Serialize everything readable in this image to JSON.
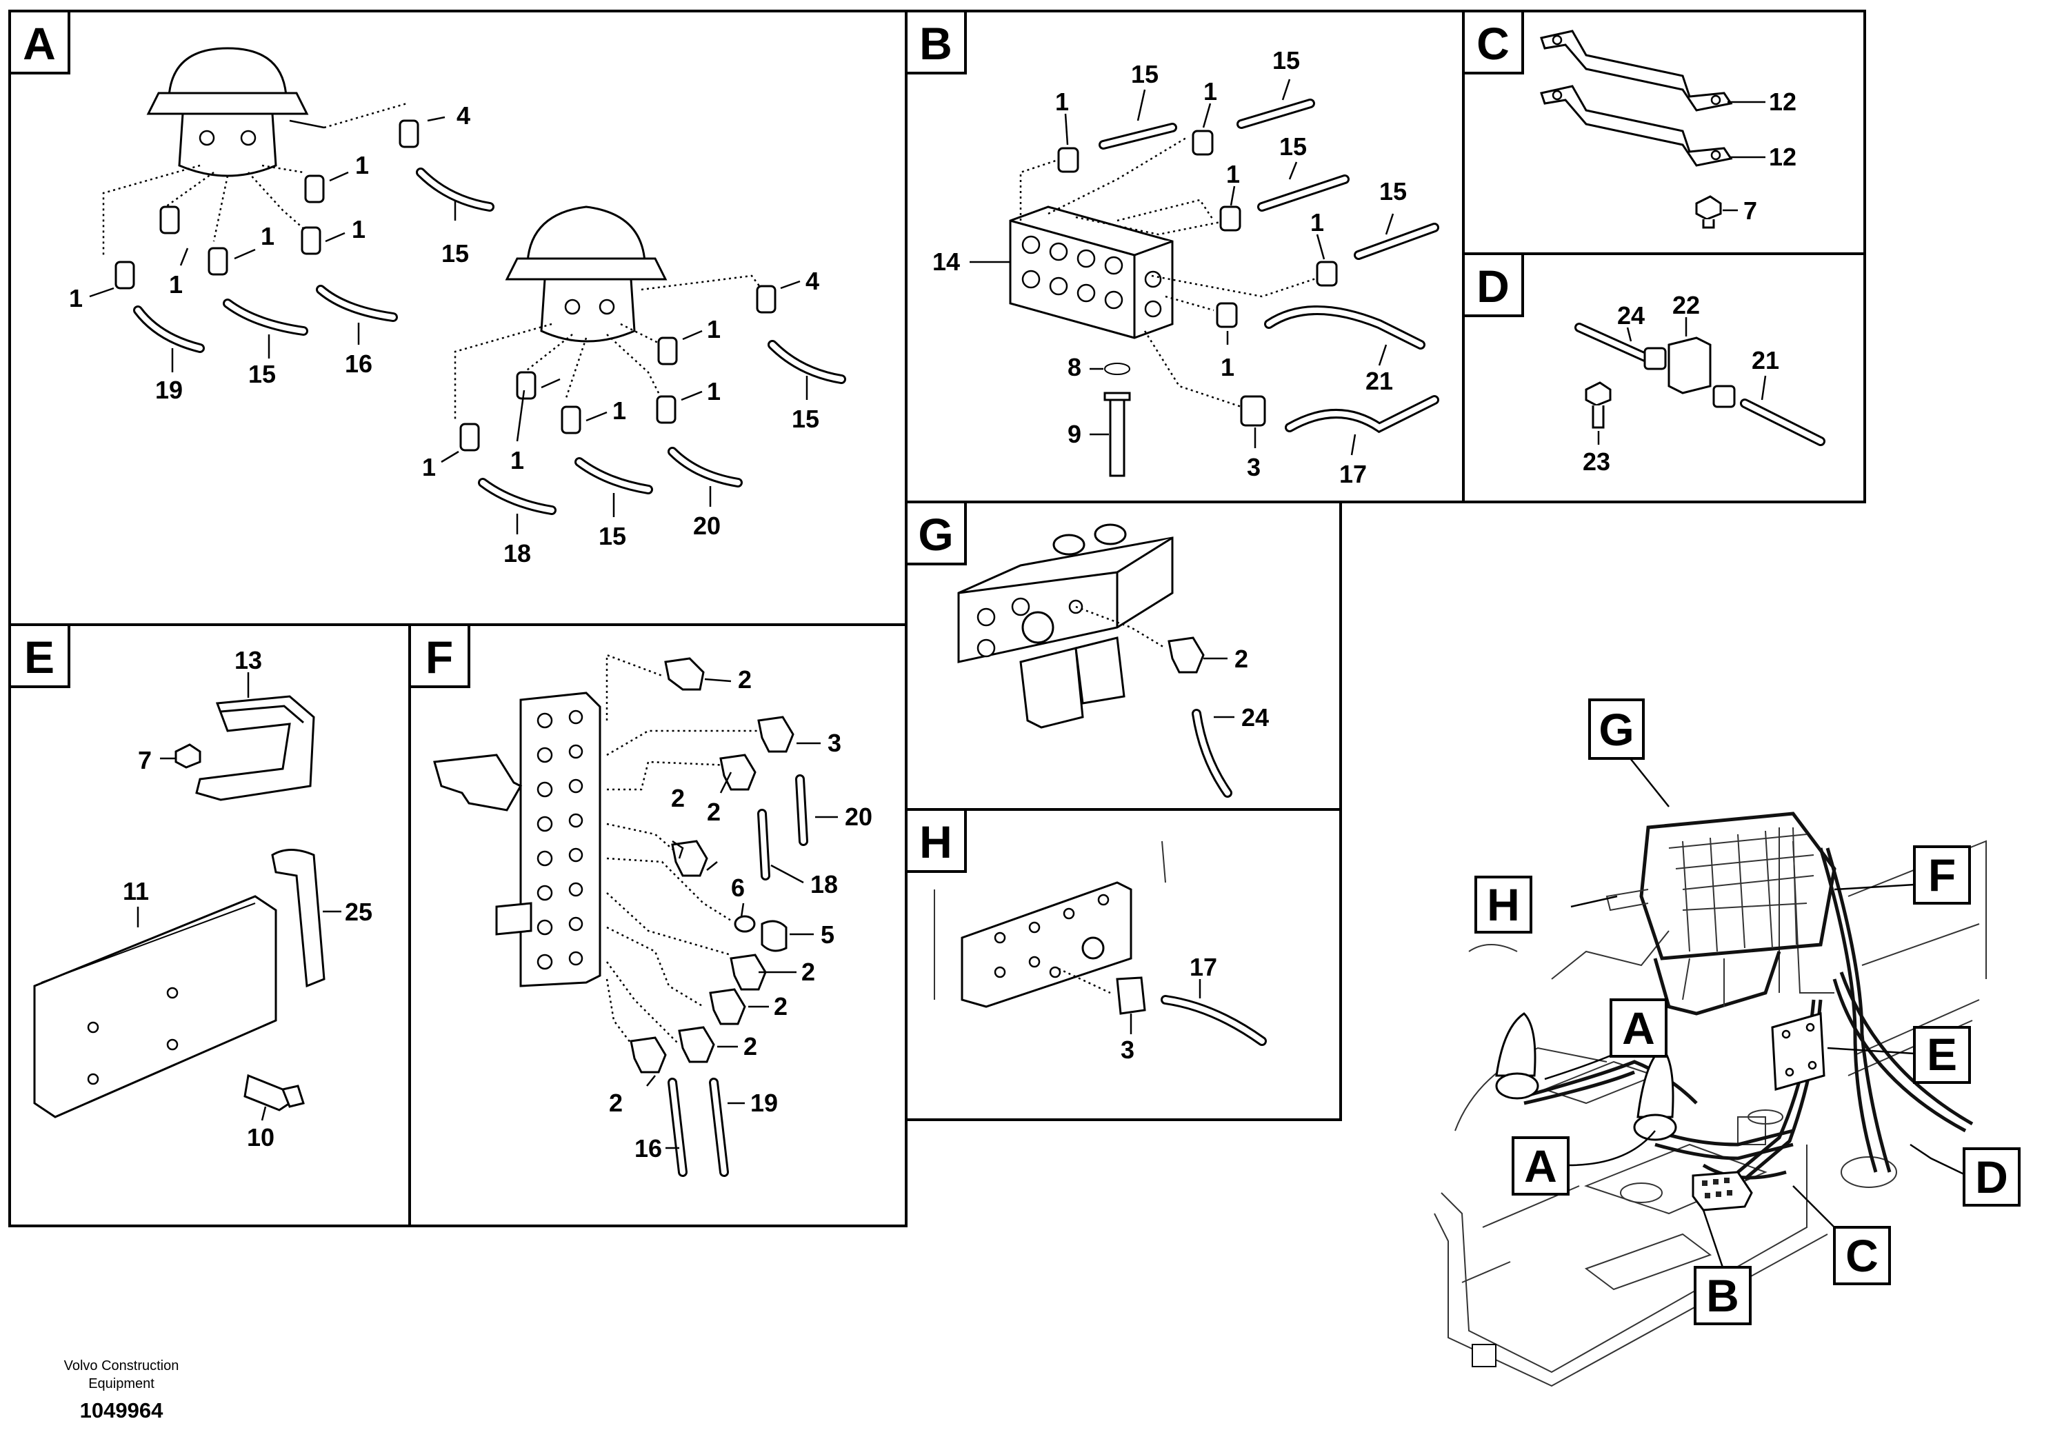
{
  "document": {
    "brand": "Volvo Construction Equipment",
    "number": "1049964"
  },
  "panels": {
    "A": {
      "letter": "A",
      "callouts": [
        "1",
        "1",
        "1",
        "1",
        "1",
        "1",
        "1",
        "1",
        "1",
        "1",
        "4",
        "4",
        "15",
        "15",
        "15",
        "15",
        "15",
        "16",
        "18",
        "19",
        "20"
      ]
    },
    "B": {
      "letter": "B",
      "callouts": [
        "1",
        "1",
        "1",
        "1",
        "1",
        "15",
        "15",
        "15",
        "15",
        "15",
        "14",
        "8",
        "9",
        "1",
        "3",
        "21",
        "17"
      ]
    },
    "C": {
      "letter": "C",
      "callouts": [
        "12",
        "12",
        "7"
      ]
    },
    "D": {
      "letter": "D",
      "callouts": [
        "24",
        "22",
        "21",
        "23"
      ]
    },
    "E": {
      "letter": "E",
      "callouts": [
        "13",
        "7",
        "11",
        "25",
        "10"
      ]
    },
    "F": {
      "letter": "F",
      "callouts": [
        "2",
        "3",
        "2",
        "2",
        "20",
        "6",
        "18",
        "5",
        "2",
        "2",
        "2",
        "2",
        "19",
        "16"
      ]
    },
    "G": {
      "letter": "G",
      "callouts": [
        "2",
        "24"
      ]
    },
    "H": {
      "letter": "H",
      "callouts": [
        "17",
        "3"
      ]
    }
  },
  "overview": {
    "labels": [
      "G",
      "H",
      "F",
      "A",
      "E",
      "A",
      "D",
      "C",
      "B"
    ]
  }
}
